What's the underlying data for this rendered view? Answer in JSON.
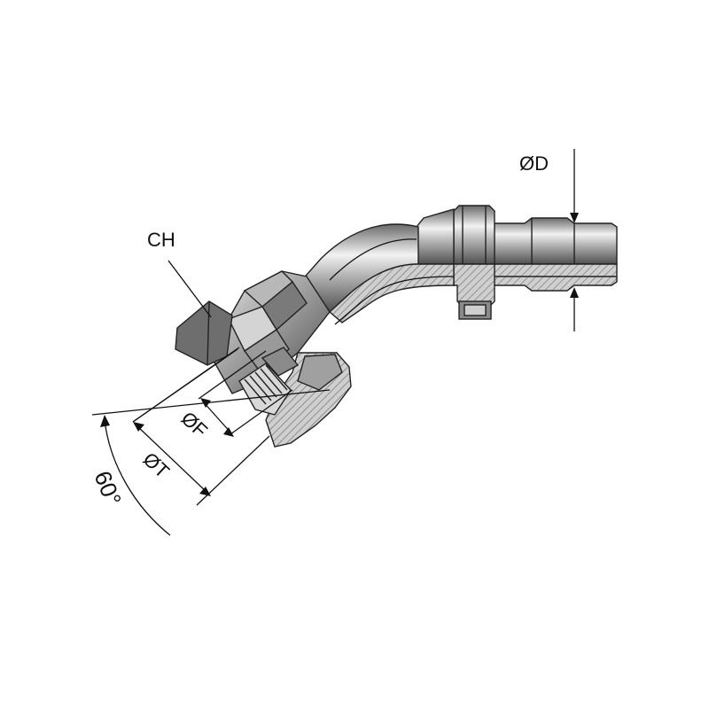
{
  "drawing": {
    "labels": {
      "ch": "CH",
      "d": "ØD",
      "f": "ØF",
      "t": "ØT",
      "angle": "60°"
    },
    "colors": {
      "metal_dark": "#5a5a5a",
      "metal_mid": "#9a9a9a",
      "metal_light": "#e0e0e0",
      "section_fill": "#c8c8c8",
      "line": "#111111"
    }
  }
}
